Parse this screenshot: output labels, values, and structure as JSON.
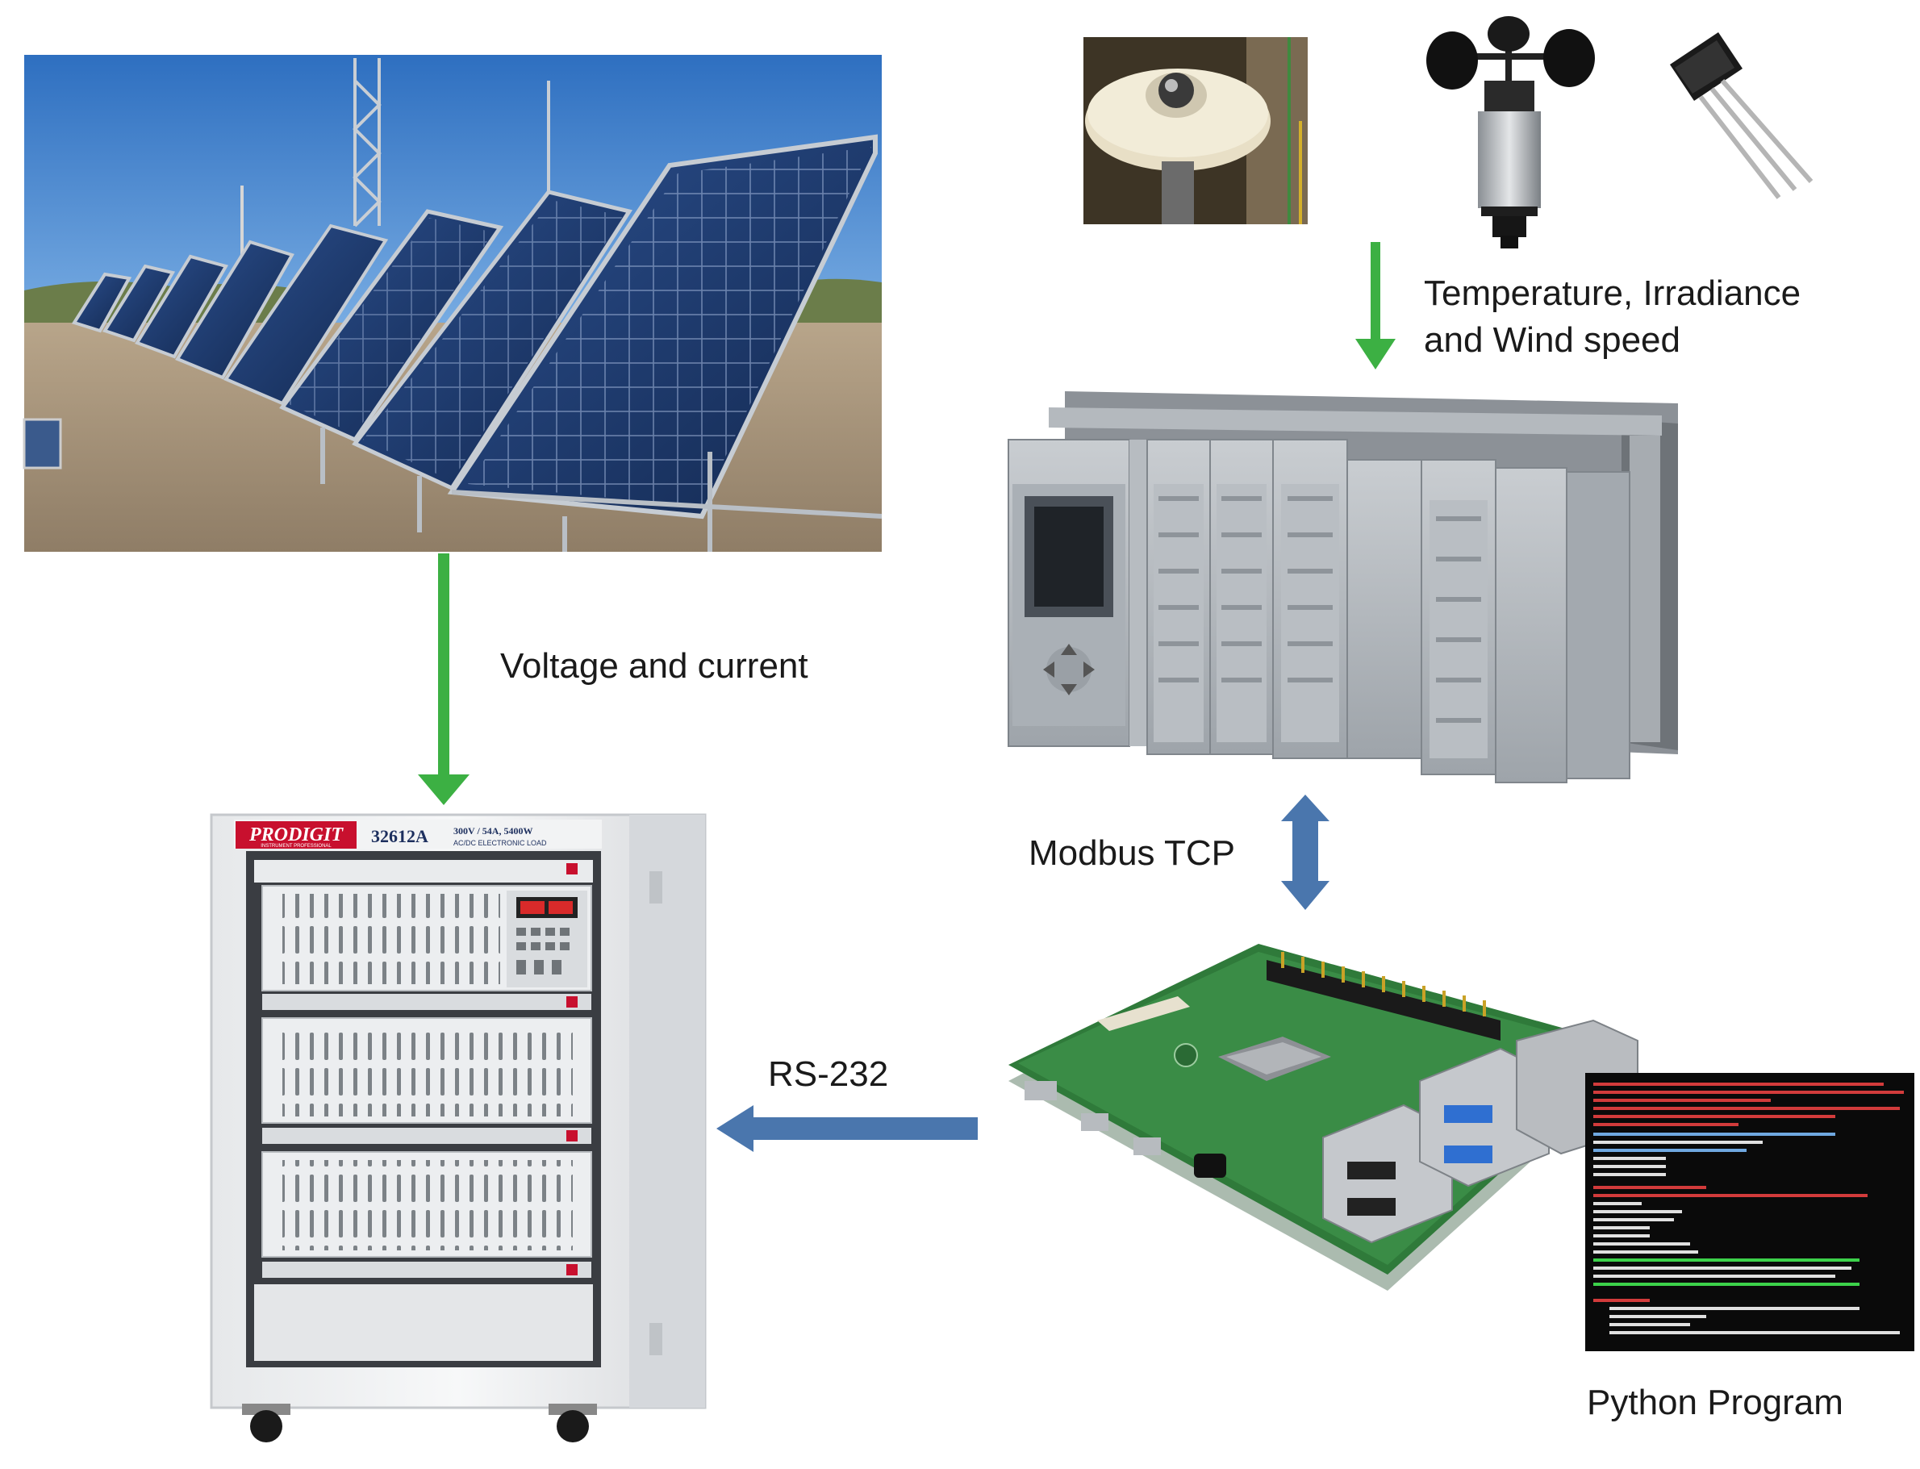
{
  "labels": {
    "voltage_current": "Voltage and current",
    "sensors_line1": "Temperature, Irradiance",
    "sensors_line2": "and Wind speed",
    "modbus": "Modbus TCP",
    "rs232": "RS-232",
    "python_program": "Python Program"
  },
  "load": {
    "brand": "PRODIGIT",
    "brand_sub": "INSTRUMENT PROFESSIONAL",
    "model": "32612A",
    "spec_line1": "300V / 54A, 5400W",
    "spec_line2": "AC/DC ELECTRONIC LOAD"
  },
  "colors": {
    "green_arrow": "#3cb043",
    "blue_arrow": "#4a76ad",
    "terminal_bg": "#0a0a0a",
    "panel_blue": "#1e3a6e",
    "sky": "#4c8fd6",
    "pcb_green": "#2f7a3a",
    "prodigit_red": "#c8102e"
  },
  "icons": {
    "solar_array": "solar-panel-icon",
    "pyranometer": "pyranometer-icon",
    "anemometer": "anemometer-icon",
    "temp_sensor": "temperature-sensor-icon",
    "plc": "plc-icon",
    "electronic_load": "electronic-load-icon",
    "raspberry_pi": "raspberry-pi-icon",
    "terminal": "terminal-icon"
  }
}
